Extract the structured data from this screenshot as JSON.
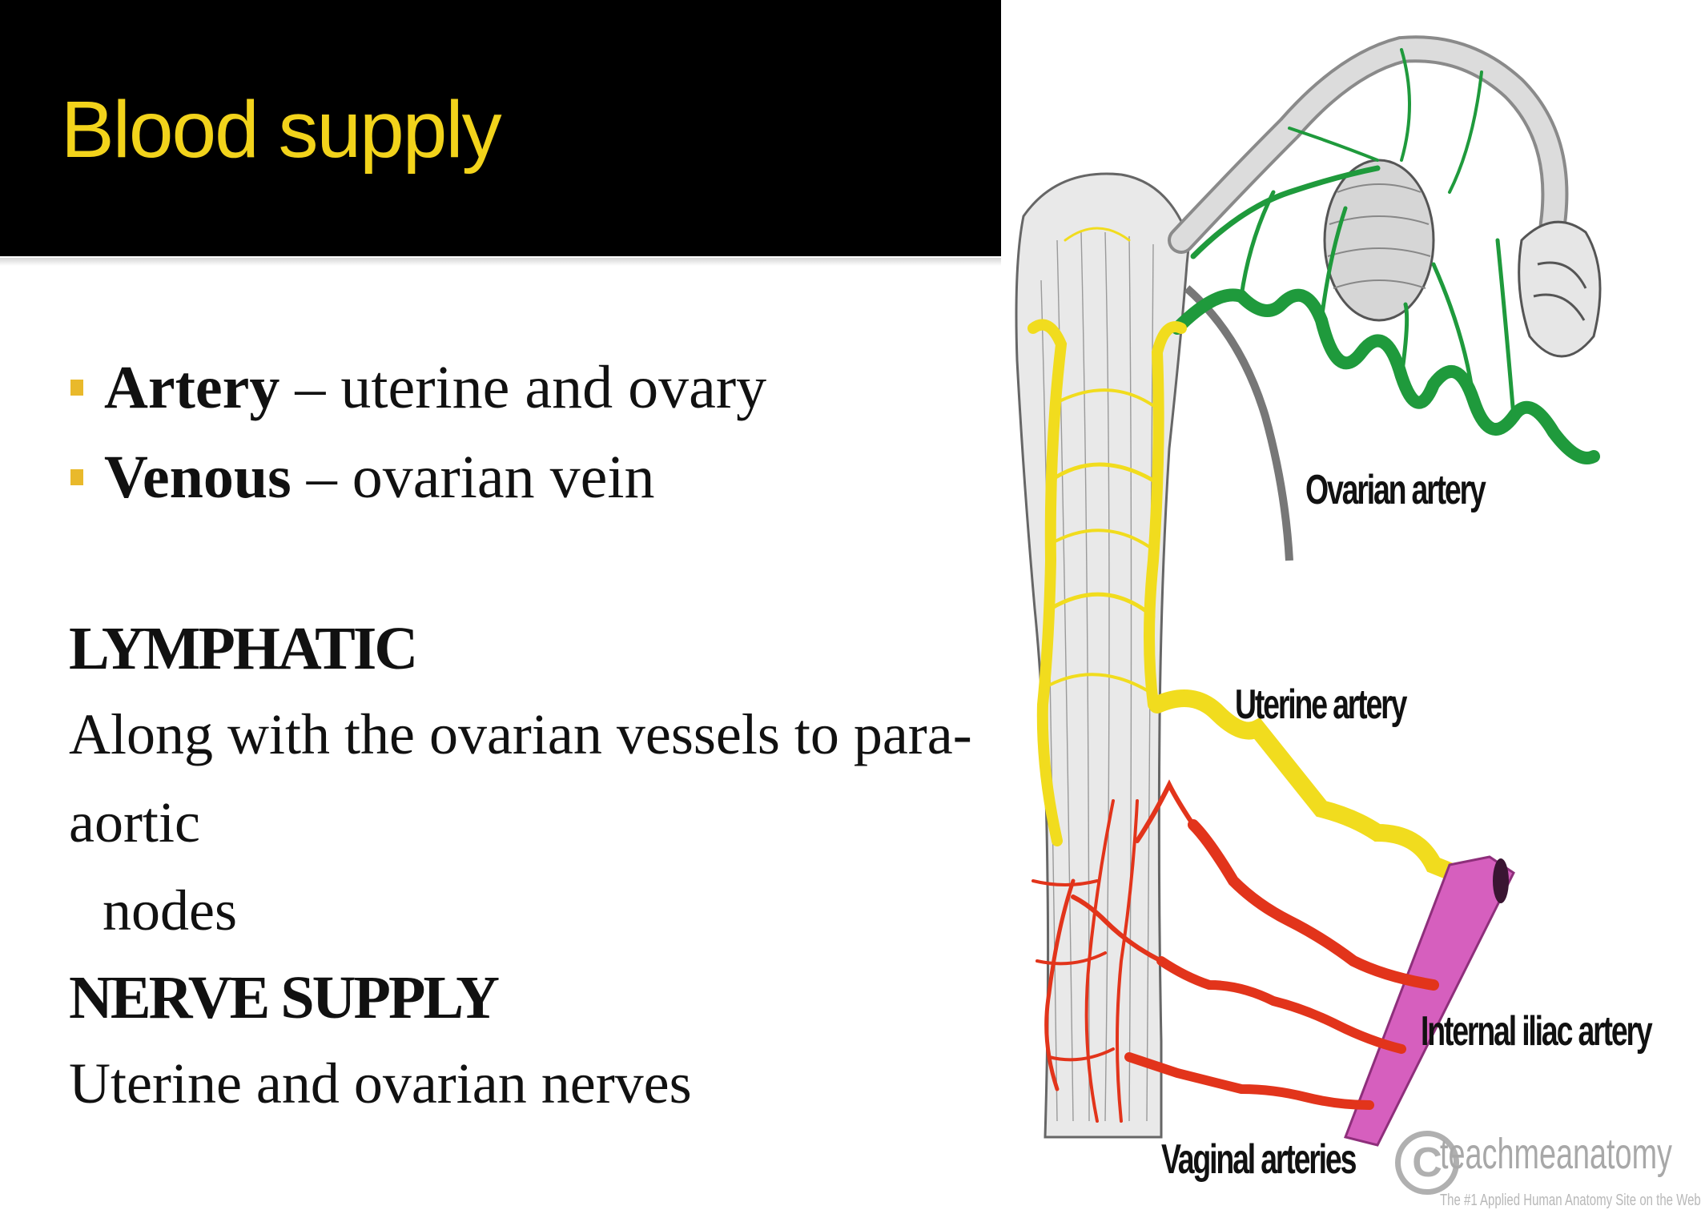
{
  "title": "Blood supply",
  "bullets": [
    {
      "term": "Artery",
      "rest": " – uterine and ovary"
    },
    {
      "term": "Venous",
      "rest": " – ovarian vein"
    }
  ],
  "lymphatic": {
    "heading": "LYMPHATIC",
    "line1": "Along with the ovarian vessels to para-aortic",
    "line2": "nodes"
  },
  "nerve": {
    "heading": "NERVE SUPPLY",
    "body": "Uterine and ovarian nerves"
  },
  "figure_labels": {
    "ovarian_artery": "Ovarian artery",
    "uterine_artery": "Uterine artery",
    "internal_iliac_artery": "Internal iliac artery",
    "vaginal_arteries": "Vaginal arteries"
  },
  "watermark": {
    "symbol": "C",
    "name": "teachmeanatomy",
    "tagline": "The #1 Applied Human Anatomy Site on the Web"
  },
  "colors": {
    "title_text": "#f2d31b",
    "bullet_square": "#e9b92b",
    "ovarian_artery": "#1f9a3c",
    "uterine_artery": "#f1dc1e",
    "vaginal_arteries": "#e2341b",
    "internal_iliac_artery": "#d65fbe"
  }
}
